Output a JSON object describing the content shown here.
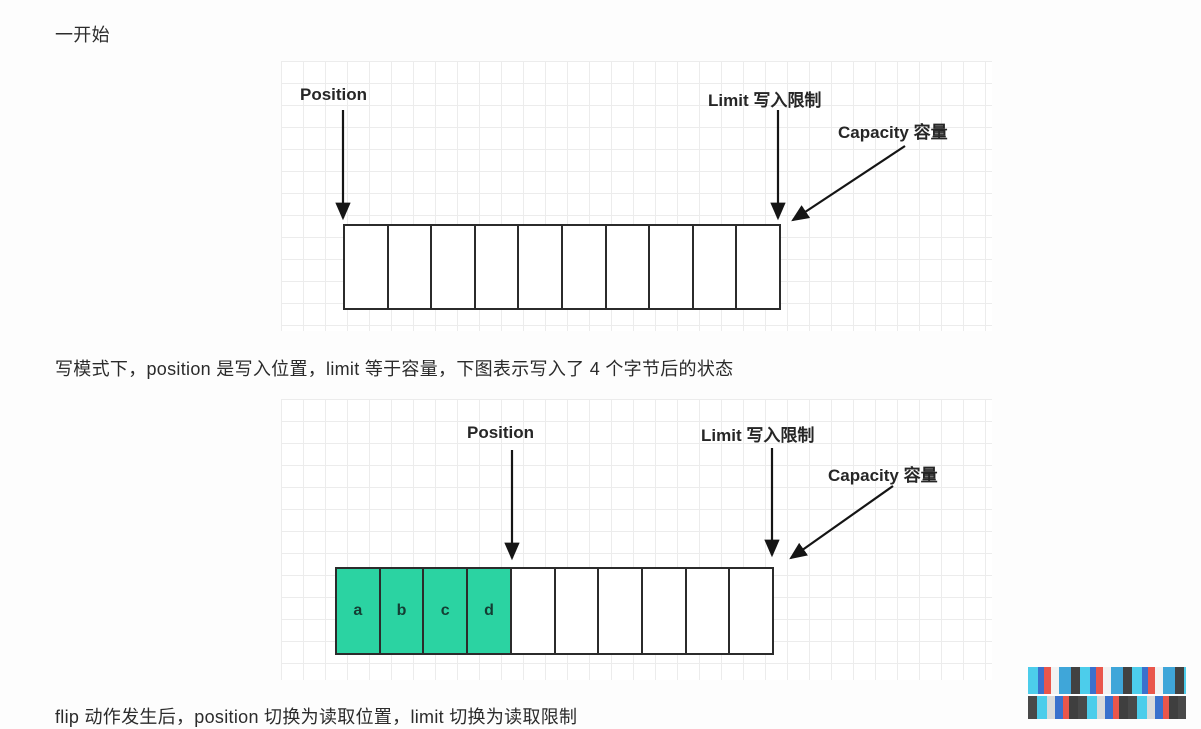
{
  "texts": {
    "intro": "一开始",
    "write_mode": "写模式下，position 是写入位置，limit 等于容量，下图表示写入了 4 个字节后的状态",
    "flip": "flip 动作发生后，position 切换为读取位置，limit 切换为读取限制"
  },
  "diagram_initial": {
    "position_label": "Position",
    "limit_label": "Limit 写入限制",
    "capacity_label": "Capacity 容量",
    "cell_count": 10,
    "cells": [
      "",
      "",
      "",
      "",
      "",
      "",
      "",
      "",
      "",
      ""
    ]
  },
  "diagram_after_write": {
    "position_label": "Position",
    "limit_label": "Limit 写入限制",
    "capacity_label": "Capacity 容量",
    "cell_count": 10,
    "filled_count": 4,
    "filled_color": "#2bd3a2",
    "cells": [
      "a",
      "b",
      "c",
      "d",
      "",
      "",
      "",
      "",
      "",
      ""
    ]
  }
}
